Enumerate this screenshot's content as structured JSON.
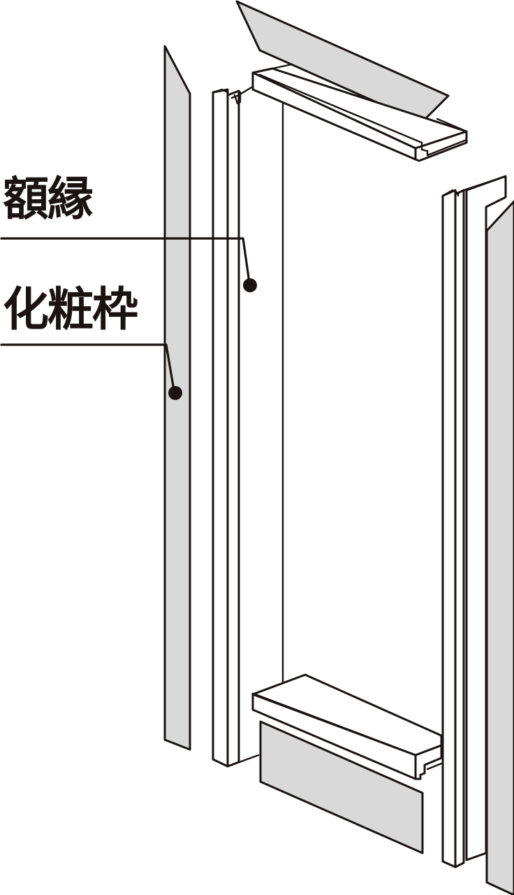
{
  "diagram": {
    "type": "exploded-assembly-illustration",
    "subject": "door frame components",
    "labels": [
      {
        "id": "gakubuchi",
        "text": "額縁",
        "points_to": "inner frame side jamb"
      },
      {
        "id": "keshowaku",
        "text": "化粧枠",
        "points_to": "gray decorative side panel"
      }
    ],
    "parts": [
      "left-gray-panel",
      "left-jamb",
      "top-gray-panel",
      "top-head-rail",
      "right-jamb",
      "right-gray-panel",
      "bottom-sill-rail",
      "bottom-gray-panel"
    ],
    "colors": {
      "line": "#1a1311",
      "panel_fill": "#d9d9d9",
      "background": "#ffffff"
    }
  }
}
